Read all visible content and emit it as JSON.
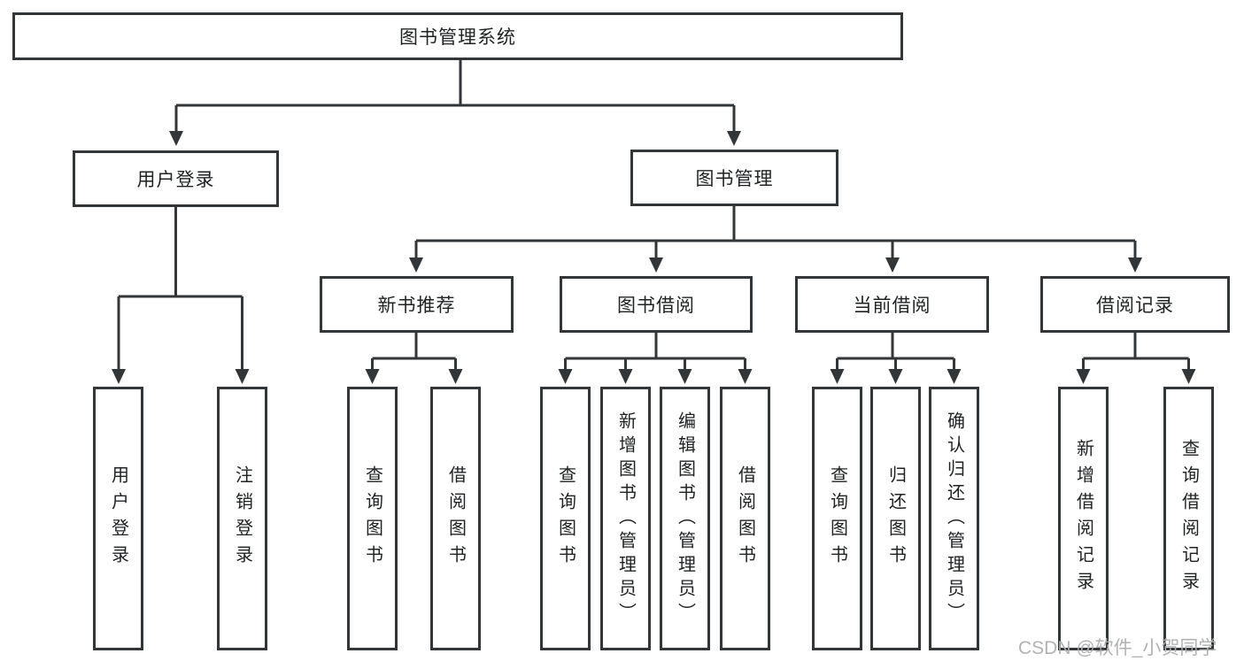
{
  "diagram": {
    "root": {
      "label": "图书管理系统"
    },
    "branches": [
      {
        "label": "用户登录"
      },
      {
        "label": "图书管理"
      }
    ],
    "modules": [
      {
        "label": "新书推荐"
      },
      {
        "label": "图书借阅"
      },
      {
        "label": "当前借阅"
      },
      {
        "label": "借阅记录"
      }
    ],
    "leaves": [
      {
        "label": "用户登录"
      },
      {
        "label": "注销登录"
      },
      {
        "label": "查询图书"
      },
      {
        "label": "借阅图书"
      },
      {
        "label": "查询图书"
      },
      {
        "label": "新增图书（管理员）"
      },
      {
        "label": "编辑图书（管理员）"
      },
      {
        "label": "借阅图书"
      },
      {
        "label": "查询图书"
      },
      {
        "label": "归还图书"
      },
      {
        "label": "确认归还（管理员）"
      },
      {
        "label": "新增借阅记录"
      },
      {
        "label": "查询借阅记录"
      }
    ],
    "watermark": "CSDN @软件_小贺同学",
    "colors": {
      "line": "#333639",
      "text": "#1f2123",
      "watermark": "#aeaeae",
      "background": "#ffffff"
    }
  }
}
